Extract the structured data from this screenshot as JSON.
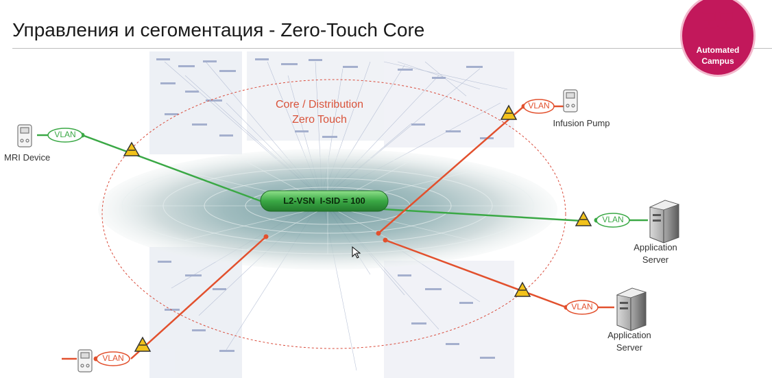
{
  "slide": {
    "title": "Управления и сегоментация - Zero-Touch Core"
  },
  "badge": {
    "line1": "Automated",
    "line2": "Campus",
    "icon": "network-switches-icon",
    "color": "#c2185b"
  },
  "core": {
    "label_line1": "Core / Distribution",
    "label_line2": "Zero Touch",
    "service_label": "L2-VSN  I-SID = 100"
  },
  "devices": {
    "mri": "MRI Device",
    "infusion": "Infusion Pump",
    "server1_line1": "Application",
    "server1_line2": "Server",
    "server2_line1": "Application",
    "server2_line2": "Server"
  },
  "vlan_label": "VLAN",
  "colors": {
    "green": "#3aa845",
    "red": "#e2502d",
    "ellipse": "#d94a3a",
    "warning": "#f2c21b"
  }
}
